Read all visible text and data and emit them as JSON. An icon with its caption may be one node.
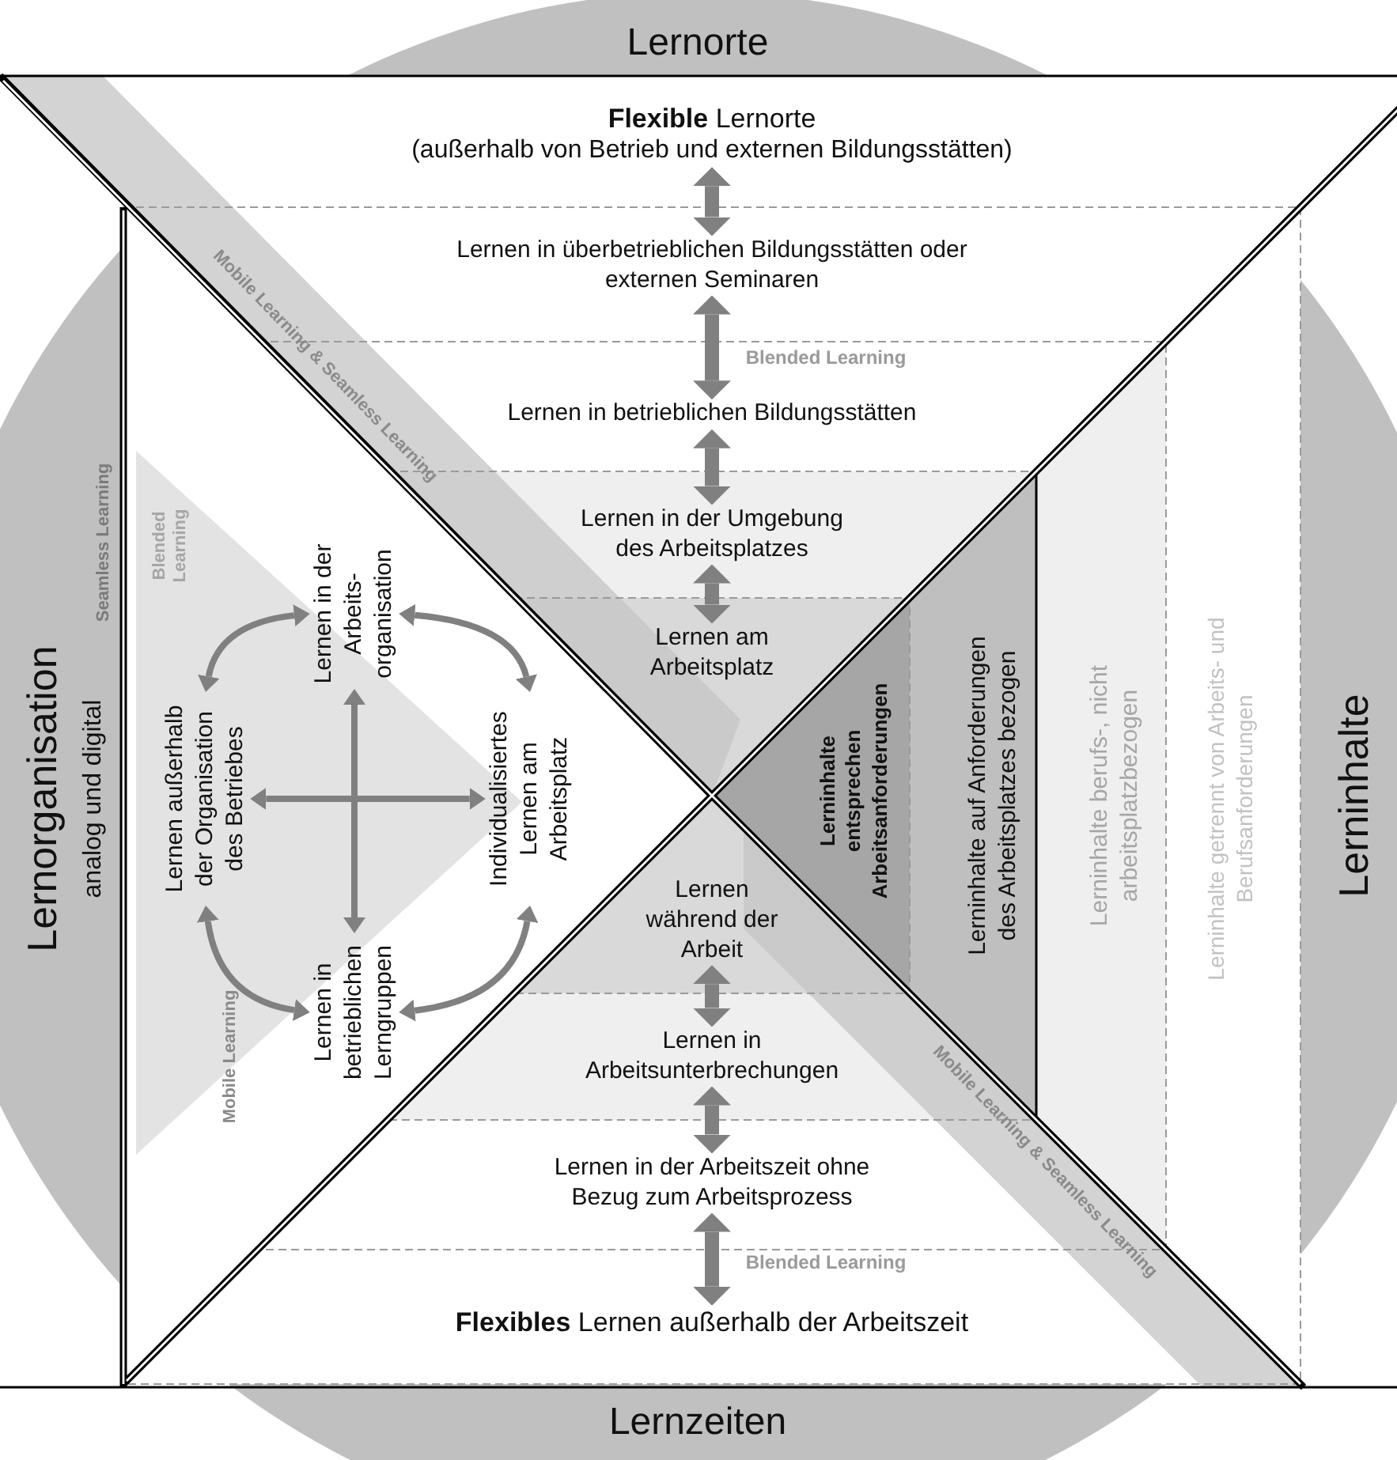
{
  "diagram": {
    "nodes": [
      {
        "text": [
          "**Flexible** Lernorte",
          "(außerhalb von Betrieb und externen Bildungsstätten)"
        ]
      },
      {
        "text": [
          "Lernen in überbetrieblichen Bildungsstätten oder externen Seminaren"
        ]
      },
      {
        "text": [
          "Lernen in betrieblichen Bildungsstätten"
        ]
      },
      {
        "text": [
          "Lernen in der Umgebung des Arbeitsplatzes"
        ]
      },
      {
        "text": [
          "Lernen am Arbeitsplatz"
        ]
      },
      {
        "text": [
          "Lernen außerhalb der Organisation des Betriebes"
        ]
      },
      {
        "text": [
          "Lernen in der Arbeits- organisation"
        ]
      },
      {
        "text": [
          "Lernen in betrieblichen Lerngruppen"
        ]
      },
      {
        "text": [
          "Individualisiertes Lernen am Arbeitsplatz"
        ]
      },
      {
        "text": [
          "Lerninhalte entsprechen Arbeitsanforderungen"
        ]
      },
      {
        "text": [
          "Lerninhalte auf Anforderungen des Arbeitsplatzes bezogen"
        ]
      },
      {
        "text": [
          "Lerninhalte berufs-, nicht arbeitsplatzbezogen"
        ]
      },
      {
        "text": [
          "Lerninhalte getrennt von Arbeits- und Berufsanforderungen"
        ]
      },
      {
        "text": [
          "Lernen während der Arbeit"
        ]
      },
      {
        "text": [
          "Lernen in Arbeitsunterbrechungen"
        ]
      },
      {
        "text": [
          "Lernen in der Arbeitszeit ohne Bezug zum Arbeitsprozess"
        ]
      },
      {
        "text": [
          "**Flexibles** Lernen außerhalb der Arbeitszeit"
        ]
      }
    ],
    "edges": [
      {
        "from": 0,
        "to": 1,
        "arrow": "both"
      },
      {
        "from": 1,
        "to": 2,
        "arrow": "both"
      },
      {
        "from": 2,
        "to": 3,
        "arrow": "both"
      },
      {
        "from": 3,
        "to": 4,
        "arrow": "both"
      },
      {
        "from": 5,
        "to": 6,
        "arrow": "both"
      },
      {
        "from": 6,
        "to": 8,
        "arrow": "both"
      },
      {
        "from": 8,
        "to": 7,
        "arrow": "both"
      },
      {
        "from": 7,
        "to": 5,
        "arrow": "both"
      },
      {
        "from": 5,
        "to": 8,
        "arrow": "both"
      },
      {
        "from": 6,
        "to": 7,
        "arrow": "both"
      },
      {
        "from": 13,
        "to": 14,
        "arrow": "both"
      },
      {
        "from": 14,
        "to": 15,
        "arrow": "both"
      },
      {
        "from": 15,
        "to": 16,
        "arrow": "both"
      }
    ],
    "labels": [
      "Lernorte",
      "Mobile Learning & Seamless Learning",
      "Blended Learning",
      "Seamless Learning",
      "Blended Learning",
      "Lernorganisation",
      "analog und digital",
      "Lerninhalte",
      "Mobile Learning",
      "Mobile Learning & Seamless Learning",
      "Blended Learning",
      "Lernzeiten"
    ]
  }
}
